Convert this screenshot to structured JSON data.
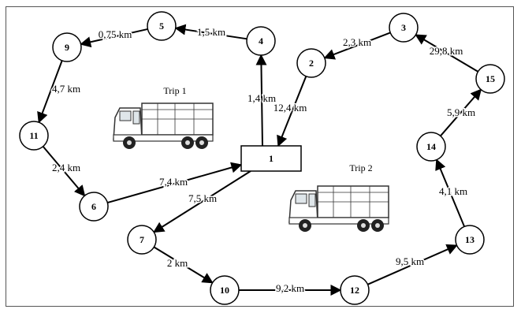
{
  "depot": {
    "id": "depot",
    "label": "1"
  },
  "nodes": [
    {
      "id": "n2",
      "label": "2"
    },
    {
      "id": "n3",
      "label": "3"
    },
    {
      "id": "n4",
      "label": "4"
    },
    {
      "id": "n5",
      "label": "5"
    },
    {
      "id": "n6",
      "label": "6"
    },
    {
      "id": "n7",
      "label": "7"
    },
    {
      "id": "n9",
      "label": "9"
    },
    {
      "id": "n10",
      "label": "10"
    },
    {
      "id": "n11",
      "label": "11"
    },
    {
      "id": "n12",
      "label": "12"
    },
    {
      "id": "n13",
      "label": "13"
    },
    {
      "id": "n14",
      "label": "14"
    },
    {
      "id": "n15",
      "label": "15"
    }
  ],
  "edges": [
    {
      "from": "depot",
      "to": "n4",
      "label": "1,4 km"
    },
    {
      "from": "n4",
      "to": "n5",
      "label": "1,5 km"
    },
    {
      "from": "n5",
      "to": "n9",
      "label": "0,75 km"
    },
    {
      "from": "n9",
      "to": "n11",
      "label": "4,7 km"
    },
    {
      "from": "n11",
      "to": "n6",
      "label": "2,4  km"
    },
    {
      "from": "n6",
      "to": "depot",
      "label": "7,4 km"
    },
    {
      "from": "depot",
      "to": "n7",
      "label": "7,5 km"
    },
    {
      "from": "n7",
      "to": "n10",
      "label": "2 km"
    },
    {
      "from": "n10",
      "to": "n12",
      "label": "9,2 km"
    },
    {
      "from": "n12",
      "to": "n13",
      "label": "9,5 km"
    },
    {
      "from": "n13",
      "to": "n14",
      "label": "4,1 km"
    },
    {
      "from": "n14",
      "to": "n15",
      "label": "5,9 km"
    },
    {
      "from": "n15",
      "to": "n3",
      "label": "29,8 km"
    },
    {
      "from": "n3",
      "to": "n2",
      "label": "2,3 km"
    },
    {
      "from": "n2",
      "to": "depot",
      "label": "12,4 km"
    }
  ],
  "trips": [
    {
      "id": "trip1",
      "label": "Trip 1"
    },
    {
      "id": "trip2",
      "label": "Trip 2"
    }
  ],
  "colors": {
    "stroke": "#000000",
    "truck_body": "#ffffff",
    "truck_outline": "#333333"
  }
}
